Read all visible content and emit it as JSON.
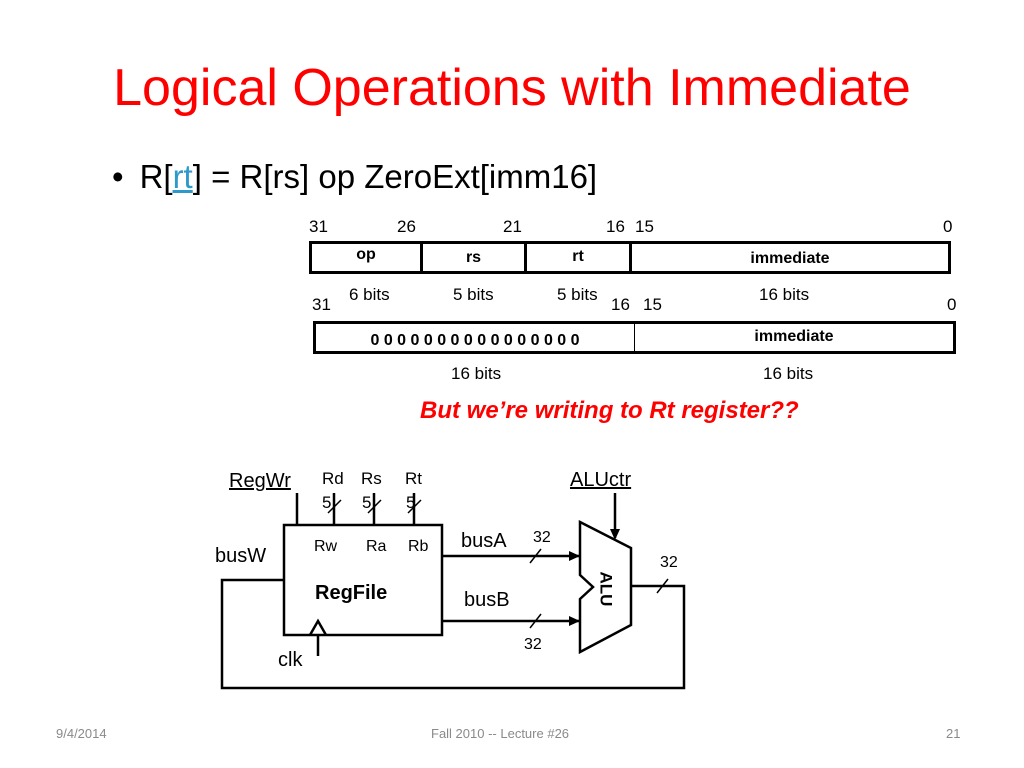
{
  "slide": {
    "title": "Logical Operations with Immediate",
    "bullet": {
      "prefix": "R[",
      "link": "rt",
      "suffix": "] = R[rs] op ZeroExt[imm16]"
    },
    "note": "But we’re writing to Rt register??"
  },
  "format1": {
    "bit_numbers": [
      "31",
      "26",
      "21",
      "16",
      "15",
      "0"
    ],
    "fields": [
      {
        "label": "op",
        "width": "6 bits"
      },
      {
        "label": "rs",
        "width": "5 bits"
      },
      {
        "label": "rt",
        "width": "5 bits"
      },
      {
        "label": "immediate",
        "width": "16 bits"
      }
    ]
  },
  "format2": {
    "bit_numbers": [
      "31",
      "16",
      "15",
      "0"
    ],
    "fields": [
      {
        "label": "0 0 0 0 0 0 0 0 0 0 0 0 0 0 0 0",
        "width": "16 bits"
      },
      {
        "label": "immediate",
        "width": "16 bits"
      }
    ]
  },
  "datapath": {
    "regwr": "RegWr",
    "aluctr": "ALUctr",
    "rd": "Rd",
    "rs": "Rs",
    "rt": "Rt",
    "width_rd": "5",
    "width_rs": "5",
    "width_rt": "5",
    "port_rw": "Rw",
    "port_ra": "Ra",
    "port_rb": "Rb",
    "regfile": "RegFile",
    "busw": "busW",
    "busa": "busA",
    "busb": "busB",
    "width_busa": "32",
    "width_busb": "32",
    "width_out": "32",
    "alu": "ALU",
    "clk": "clk"
  },
  "footer": {
    "date": "9/4/2014",
    "course": "Fall 2010 -- Lecture #26",
    "page": "21"
  }
}
